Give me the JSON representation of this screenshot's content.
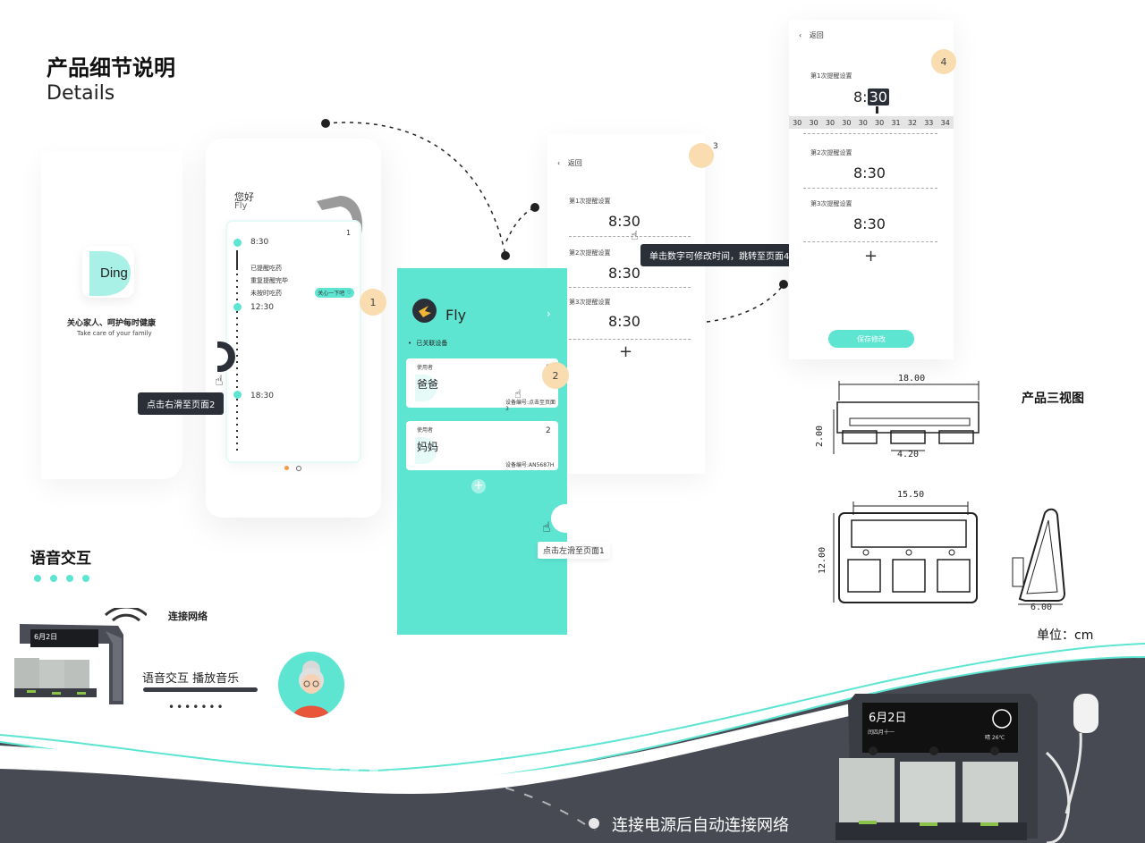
{
  "header": {
    "title": "产品细节说明",
    "subtitle": "Details"
  },
  "app_logo": {
    "text": "Ding",
    "slogan": "关心家人、呵护每时健康",
    "slogan_en": "Take care of your family"
  },
  "screen1": {
    "greeting": "您好",
    "user": "Fly",
    "card_index": "1",
    "times": [
      "8:30",
      "12:30",
      "18:30"
    ],
    "reminders": [
      "已提醒吃药",
      "重复提醒完毕",
      "未按时吃药"
    ],
    "care_button": "关心一下吧",
    "tooltip": "点击右滑至页面2",
    "badge": "1"
  },
  "screen2": {
    "title": "Fly",
    "section_label": "已关联设备",
    "devices": [
      {
        "user_label": "使用者",
        "name": "爸爸",
        "index": "1",
        "device_no": "设备编号:点击至页面3"
      },
      {
        "user_label": "使用者",
        "name": "妈妈",
        "index": "2",
        "device_no": "设备编号:AN5687H"
      }
    ],
    "tooltip": "点击左滑至页面1",
    "badge": "2"
  },
  "screen3": {
    "back_label": "返回",
    "badge": "3",
    "slots": [
      {
        "label": "第1次提醒设置",
        "time": "8:30"
      },
      {
        "label": "第2次提醒设置",
        "time": "8:30"
      },
      {
        "label": "第3次提醒设置",
        "time": "8:30"
      }
    ],
    "add": "+",
    "tooltip": "单击数字可修改时间，跳转至页面4"
  },
  "screen4": {
    "back_label": "返回",
    "badge": "4",
    "slots": [
      {
        "label": "第1次提醒设置",
        "time_hour": "8:",
        "time_min": "30"
      },
      {
        "label": "第2次提醒设置",
        "time": "8:30"
      },
      {
        "label": "第3次提醒设置",
        "time": "8:30"
      }
    ],
    "picker": [
      "30",
      "30",
      "30",
      "30",
      "30",
      "30",
      "31",
      "32",
      "33",
      "34"
    ],
    "add": "+",
    "save_button": "保存修改"
  },
  "drawings": {
    "title": "产品三视图",
    "unit": "单位：cm",
    "dims": {
      "top_width": "18.00",
      "height": "2.00",
      "spacing": "4.20",
      "front_width": "15.50",
      "front_height": "12.00",
      "side_depth": "6.00"
    }
  },
  "voice": {
    "title": "语音交互",
    "network_label": "连接网络",
    "speech_label": "语音交互 播放音乐",
    "device_screen_date": "6月2日"
  },
  "bottom": {
    "caption": "连接电源后自动连接网络",
    "device_date": "6月2日",
    "device_lunar": "闰四月十一",
    "device_weather": "晴 26℃"
  },
  "colors": {
    "teal": "#5de5d2",
    "dark": "#2b2f38",
    "badge": "#f9dcaf",
    "orange": "#f29a45"
  }
}
